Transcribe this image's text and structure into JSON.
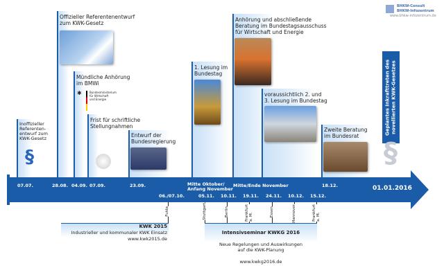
{
  "logo": {
    "line1": "BHKW-Consult",
    "line2": "BHKW-Infozentrum",
    "url": "www.bhkw-infozentrum.de"
  },
  "events": [
    {
      "date": "07.07.",
      "text": "Inoffizieller\nReferenten-\nentwurf zum\nKWK-Gesetz",
      "icon": "paragraph-figure-icon"
    },
    {
      "date": "28.08.",
      "text": "Offizieller Referentenentwurf\nzum KWK-Gesetz",
      "icon": "justitia-image"
    },
    {
      "date": "04.09.",
      "text": "Mündliche Anhörung\nim BMWi",
      "ministry": "Bundesministerium\nfür Wirtschaft\nund Energie"
    },
    {
      "date": "07.09.",
      "text": "Frist für schriftliche\nStellungnahmen"
    },
    {
      "date": "23.09.",
      "text": "Entwurf der\nBundesregierung"
    },
    {
      "date": "Mitte Oktober/\nAnfang November",
      "text": "1. Lesung im\nBundestag"
    },
    {
      "date": "Mitte/Ende November",
      "text": "Anhörung und abschließende\nBeratung im Bundestagsausschuss\nfür Wirtschaft und Energie"
    },
    {
      "date": "",
      "text": "voraussichtlich 2. und\n3. Lesung im Bundestag"
    },
    {
      "date": "18.12.",
      "text": "Zweite Beratung\nim Bundesrat"
    }
  ],
  "final": {
    "date": "01.01.2016",
    "text": "Geplantes Inkrafttreten des\nnovellierten KWK-Gesetzes"
  },
  "seminar_dates": [
    {
      "date": "06./07.10.",
      "city": "Fulda"
    },
    {
      "date": "05.11.",
      "city": "Stuttgart"
    },
    {
      "date": "10.11.",
      "city": "Berlin"
    },
    {
      "date": "19.11.",
      "city": "Frankfurt\na. M."
    },
    {
      "date": "24.11.",
      "city": "Essen"
    },
    {
      "date": "10.12.",
      "city": "Hannover"
    },
    {
      "date": "15.12.",
      "city": "Frankfurt\na. M."
    }
  ],
  "kwk2015": {
    "title": "KWK 2015",
    "subtitle": "Industrieller und kommunaler KWK Einsatz",
    "url": "www.kwk2015.de"
  },
  "kwkg2016": {
    "title": "Intensivseminar KWKG 2016",
    "subtitle": "Neue Regelungen und Auswirkungen\nauf die KWK-Planung",
    "url": "www.kwkg2016.de"
  },
  "colors": {
    "primary": "#1a5ca8",
    "light": "#c9e1f7"
  }
}
